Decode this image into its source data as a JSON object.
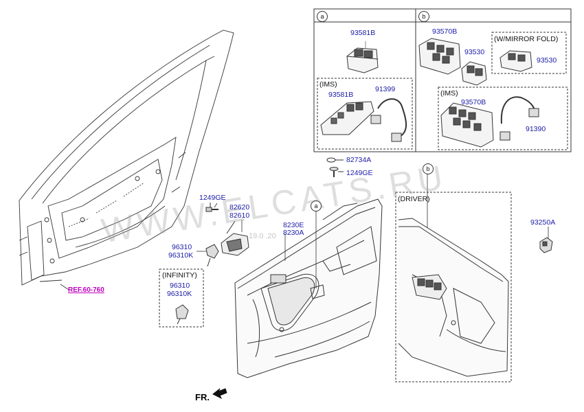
{
  "labels": {
    "box_a_callout": "a",
    "box_b_callout": "b",
    "p93581B_top": "93581B",
    "ims_a": "(IMS)",
    "p93581B_ims": "93581B",
    "p91399": "91399",
    "p93570B_top": "93570B",
    "p93530_left": "93530",
    "mirror_fold": "(W/MIRROR FOLD)",
    "p93530_right": "93530",
    "ims_b": "(IMS)",
    "p93570B_ims": "93570B",
    "p91390": "91390",
    "p82734A": "82734A",
    "p1249GE_top": "1249GE",
    "p1249GE_left": "1249GE",
    "p82620": "82620",
    "p82610": "82610",
    "p8230E": "8230E",
    "p8230A": "8230A",
    "p96310": "96310",
    "p96310K": "96310K",
    "infinity": "(INFINITY)",
    "p96310_inf": "96310",
    "p96310K_inf": "96310K",
    "ref": "REF.60-760",
    "callout_a": "a",
    "callout_b": "b",
    "driver": "(DRIVER)",
    "p93250A": "93250A",
    "fr": "FR."
  },
  "watermark": {
    "main": "WWW.ELCATS.RU",
    "date": "19.0 .20"
  },
  "colors": {
    "part_label": "#1a1aa8",
    "ref_label": "#c000c0",
    "line": "#333333"
  }
}
